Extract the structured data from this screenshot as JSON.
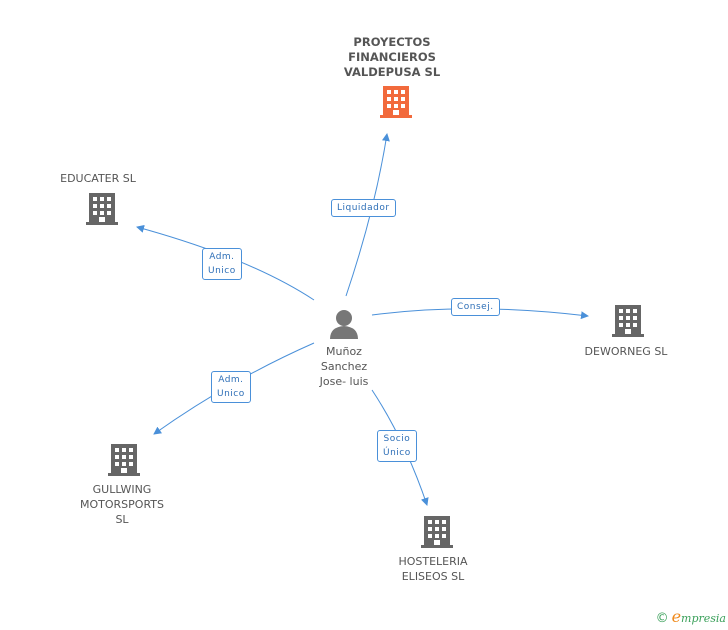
{
  "colors": {
    "edge": "#4a90d9",
    "node_default": "#666666",
    "node_main": "#f26a3c"
  },
  "center_person": {
    "name": "Muñoz\nSanchez\nJose- luis"
  },
  "companies": {
    "main": {
      "name": "PROYECTOS\nFINANCIEROS\nVALDEPUSA SL"
    },
    "educater": {
      "name": "EDUCATER SL"
    },
    "deworneg": {
      "name": "DEWORNEG SL"
    },
    "gullwing": {
      "name": "GULLWING\nMOTORSPORTS\nSL"
    },
    "hosteleria": {
      "name": "HOSTELERIA\nELISEOS SL"
    }
  },
  "relations": {
    "liquidador": "Liquidador",
    "adm_educater": "Adm.\nUnico",
    "consej": "Consej.",
    "adm_gullwing": "Adm.\nUnico",
    "socio": "Socio\nÚnico"
  },
  "footer": {
    "copyright": "©",
    "brand_first": "e",
    "brand_rest": "mpresia"
  }
}
